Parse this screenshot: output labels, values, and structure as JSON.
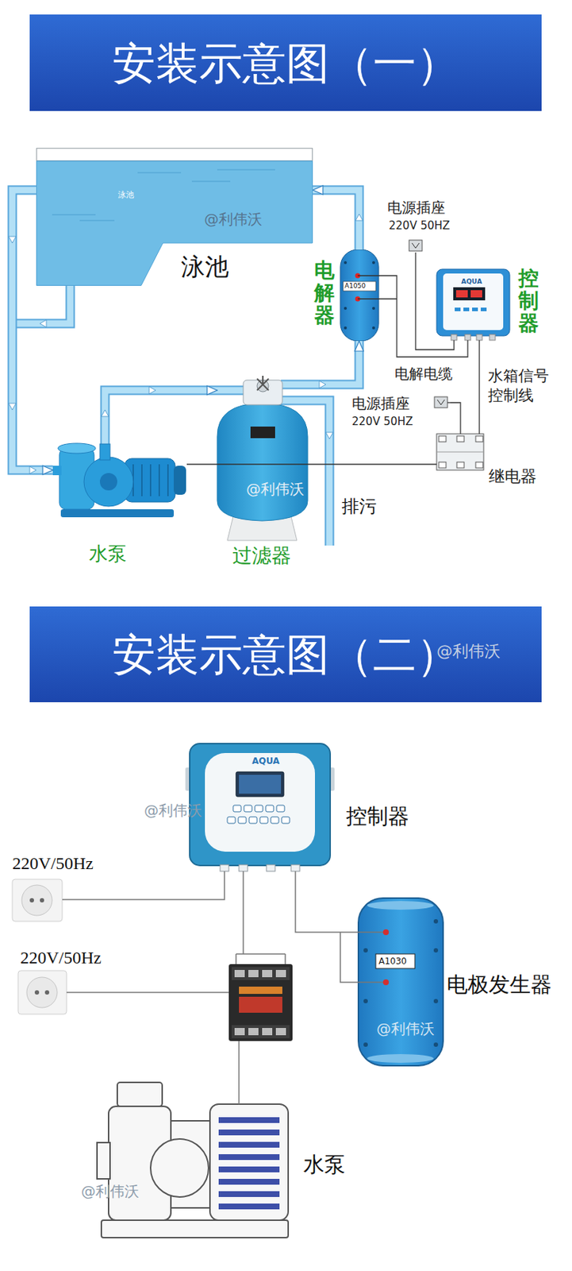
{
  "diagram": {
    "nodes": [
      {
        "text": [
          "安装示意图（一）"
        ]
      },
      {
        "text": [
          "泳池",
          "泳池"
        ]
      },
      {
        "text": [
          "电源插座",
          "220V 50HZ"
        ]
      },
      {
        "text": [
          "电解器",
          "A1050"
        ]
      },
      {
        "text": [
          "AQUA",
          "控制器"
        ]
      },
      {
        "text": [
          "电源插座",
          "220V 50HZ"
        ]
      },
      {
        "text": [
          "继电器"
        ]
      },
      {
        "text": [
          "水泵"
        ]
      },
      {
        "text": [
          "过滤器"
        ]
      },
      {
        "text": [
          "安装示意图（二）"
        ]
      },
      {
        "text": [
          "AQUA",
          "控制器"
        ]
      },
      {
        "text": [
          "220V/50Hz"
        ]
      },
      {
        "text": [
          "220V/50Hz"
        ]
      },
      {
        "text": [
          "A1030",
          "电极发生器"
        ]
      },
      {
        "text": [
          "水泵"
        ]
      }
    ],
    "edges": [
      {
        "from": 1,
        "to": 7,
        "arrow": "to"
      },
      {
        "from": 7,
        "to": 8,
        "arrow": "to"
      },
      {
        "from": 8,
        "to": 3,
        "arrow": "to"
      },
      {
        "from": 3,
        "to": 1,
        "arrow": "to"
      },
      {
        "from": 3,
        "to": 4,
        "label": "电解电缆",
        "arrow": "none"
      },
      {
        "from": 2,
        "to": 4,
        "arrow": "none"
      },
      {
        "from": 4,
        "to": 6,
        "label": "水箱信号 控制线",
        "arrow": "none"
      },
      {
        "from": 5,
        "to": 6,
        "arrow": "none"
      },
      {
        "from": 6,
        "to": 7,
        "arrow": "none"
      },
      {
        "from": 11,
        "to": 10,
        "arrow": "none"
      },
      {
        "from": 10,
        "to": 13,
        "arrow": "none"
      }
    ],
    "labels": [
      "@利伟沃",
      "@利伟沃",
      "排污",
      "@利伟沃",
      "@利伟沃",
      "@利伟沃",
      "@利伟沃"
    ]
  }
}
